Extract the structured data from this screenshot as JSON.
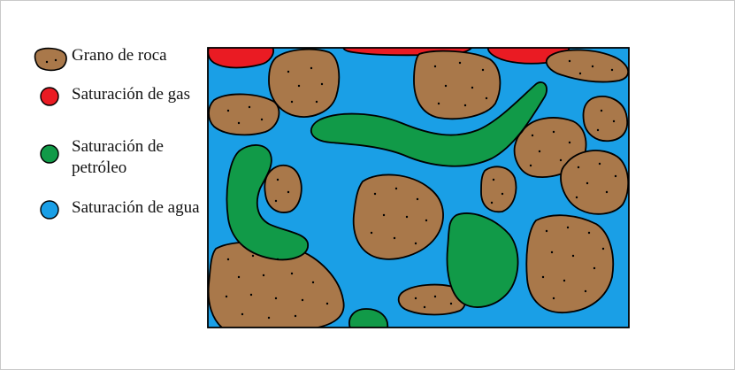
{
  "legend": {
    "items": [
      {
        "key": "rock",
        "label": "Grano de roca",
        "color": "#a9784a",
        "icon": "rock-grain-icon"
      },
      {
        "key": "gas",
        "label": "Saturación de gas",
        "color": "#ea1b23",
        "icon": "red-circle-icon"
      },
      {
        "key": "oil",
        "label": "Saturación de petróleo",
        "color": "#119a48",
        "icon": "green-circle-icon"
      },
      {
        "key": "water",
        "label": "Saturación de agua",
        "color": "#1a9fe6",
        "icon": "blue-circle-icon"
      }
    ]
  },
  "colors": {
    "rock": "#a9784a",
    "gas": "#ea1b23",
    "oil": "#119a48",
    "water": "#1a9fe6",
    "outline": "#000000"
  }
}
